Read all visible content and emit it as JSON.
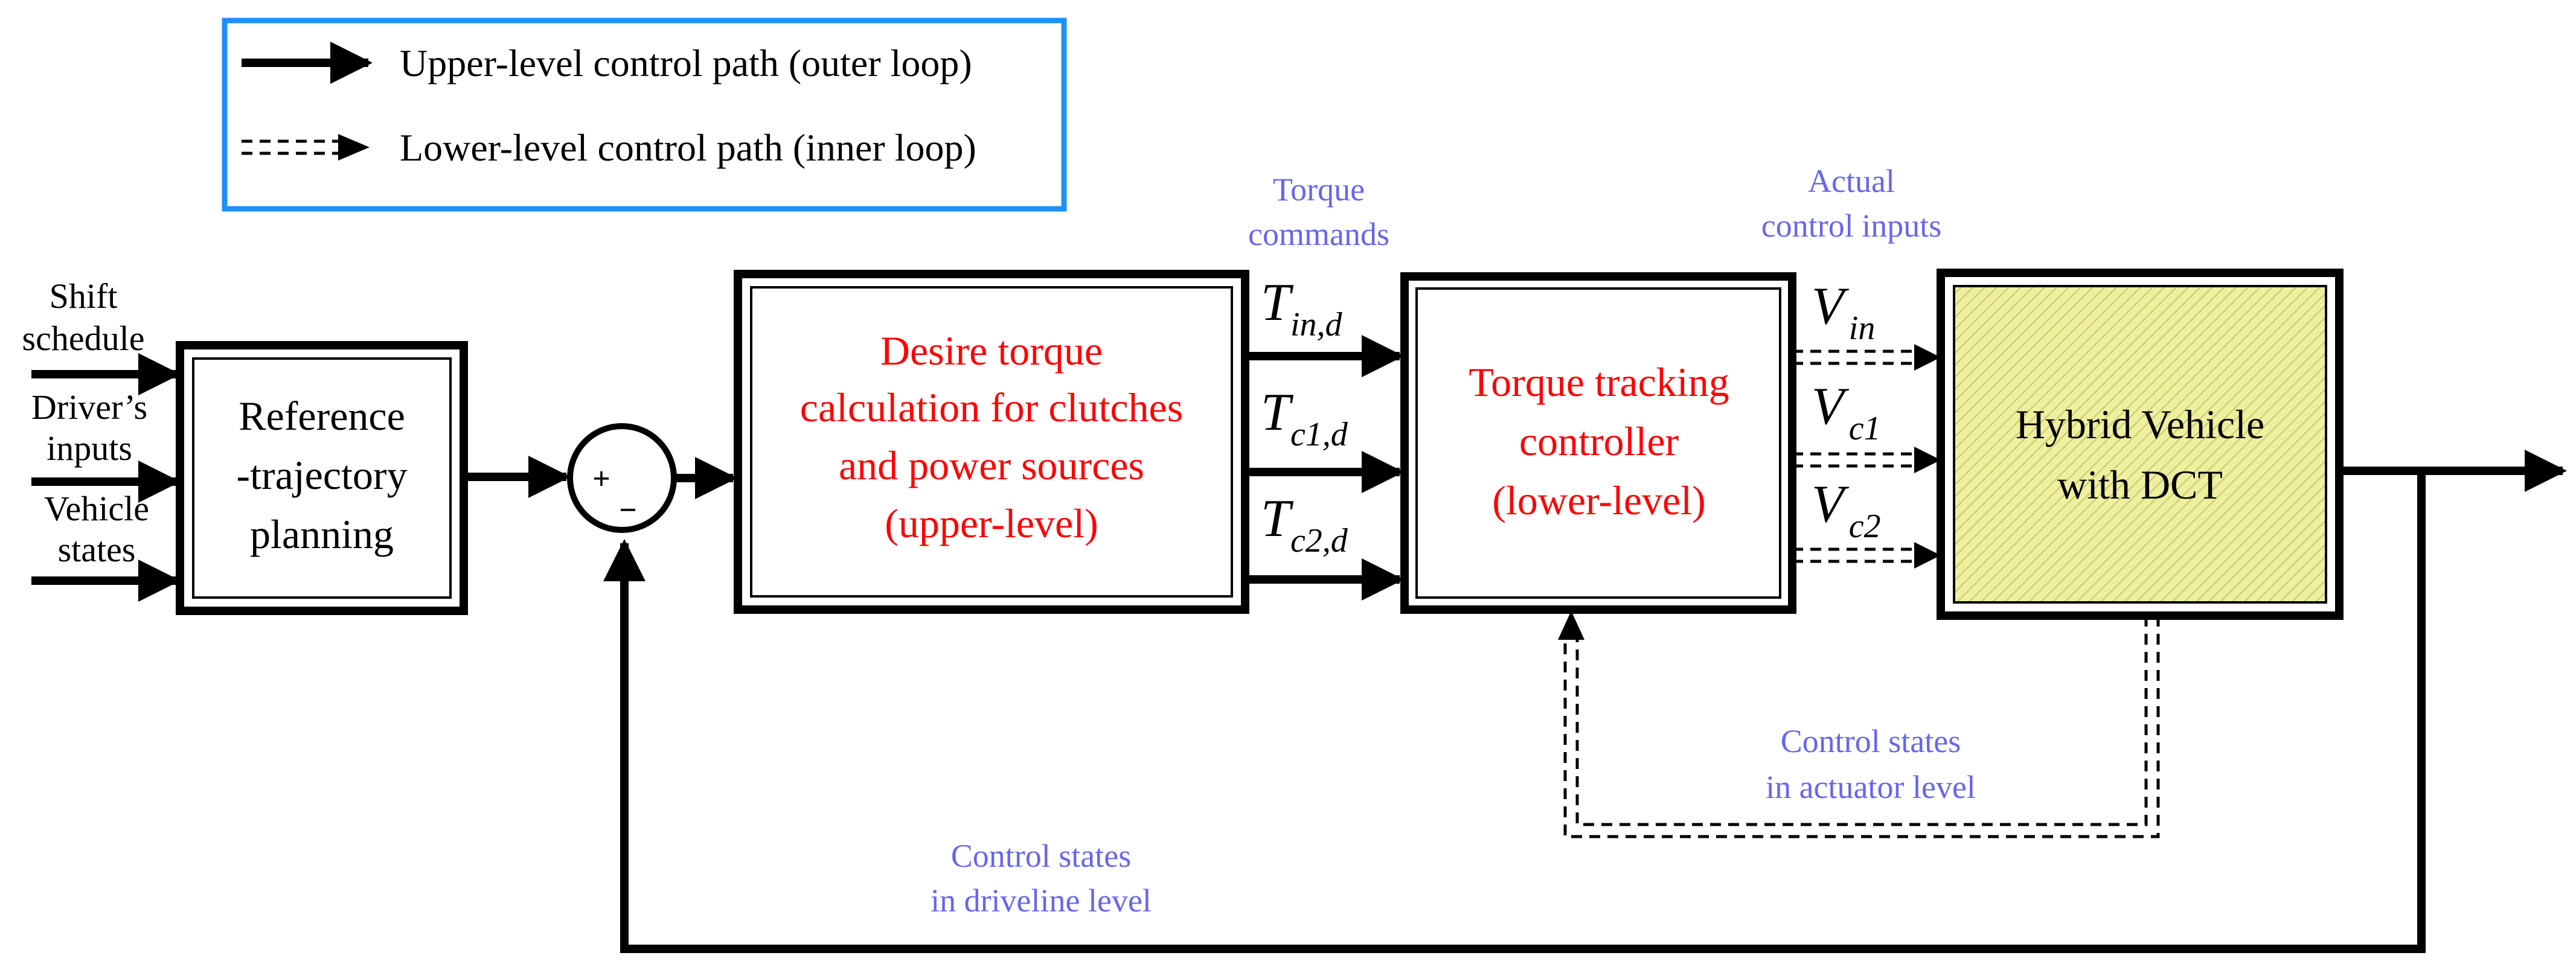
{
  "colors": {
    "controller_text": "#ff0000",
    "annotation_text": "#6666ee",
    "legend_border": "#1e90ff",
    "plant_fill": "#eef0a0",
    "plant_hatch": "#c8c86a",
    "line": "#000000"
  },
  "legend": {
    "solid": "Upper-level control path (outer loop)",
    "dashed": "Lower-level control path (inner loop)"
  },
  "inputs": {
    "shift": [
      "Shift",
      "schedule"
    ],
    "driver": [
      "Driver’s",
      "inputs"
    ],
    "vehicle": [
      "Vehicle",
      "states"
    ]
  },
  "blocks": {
    "reference": [
      "Reference",
      "-trajectory",
      "planning"
    ],
    "upper": [
      "Desire torque",
      "calculation for clutches",
      "and power sources",
      "(upper-level)"
    ],
    "lower": [
      "Torque tracking",
      "controller",
      "(lower-level)"
    ],
    "plant": [
      "Hybrid Vehicle",
      "with DCT"
    ]
  },
  "summing": {
    "plus": "+",
    "minus": "−"
  },
  "annotations": {
    "torque_commands": [
      "Torque",
      "commands"
    ],
    "actual_inputs": [
      "Actual",
      "control inputs"
    ],
    "actuator_states": [
      "Control states",
      "in actuator level"
    ],
    "driveline_states": [
      "Control states",
      "in driveline level"
    ]
  },
  "signals": {
    "torque": [
      {
        "symbol": "T",
        "sub": "in,d"
      },
      {
        "symbol": "T",
        "sub": "c1,d"
      },
      {
        "symbol": "T",
        "sub": "c2,d"
      }
    ],
    "voltage": [
      {
        "symbol": "V",
        "sub": "in"
      },
      {
        "symbol": "V",
        "sub": "c1"
      },
      {
        "symbol": "V",
        "sub": "c2"
      }
    ]
  }
}
